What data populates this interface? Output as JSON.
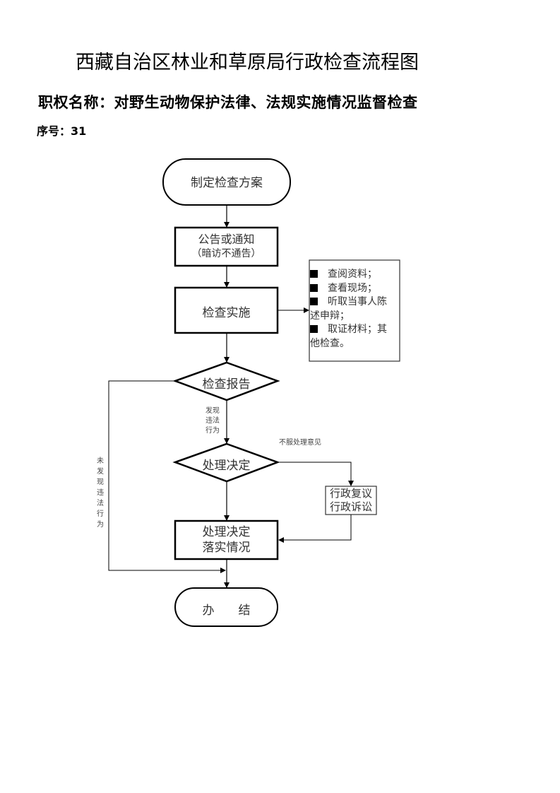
{
  "document": {
    "title": "西藏自治区林业和草原局行政检查流程图",
    "authority_label": "职权名称：对野生动物保护法律、法规实施情况监督检查",
    "serial_label": "序号：31"
  },
  "flowchart": {
    "nodes": {
      "start": "制定检查方案",
      "notify_line1": "公告或通知",
      "notify_line2": "（暗访不通告）",
      "inspect": "检查实施",
      "report": "检查报告",
      "decision": "处理决定",
      "review_line1": "行政复议",
      "review_line2": "行政诉讼",
      "implement_line1": "处理决定",
      "implement_line2": "落实情况",
      "end": "办　　结"
    },
    "inspection_methods": [
      {
        "marker": "square",
        "text": "查阅资料；"
      },
      {
        "marker": "square",
        "text": "查看现场；"
      },
      {
        "marker": "square",
        "text": "听取当事人陈"
      },
      {
        "marker": "none",
        "text": "述申辩；"
      },
      {
        "marker": "square",
        "text": "取证材料；其"
      },
      {
        "marker": "none",
        "text": "他检查。"
      }
    ],
    "edge_labels": {
      "violation_found": [
        "发现",
        "违法",
        "行为"
      ],
      "no_violation": [
        "未",
        "发",
        "现",
        "违",
        "法",
        "行",
        "为"
      ],
      "objection": "不服处理意见"
    }
  }
}
